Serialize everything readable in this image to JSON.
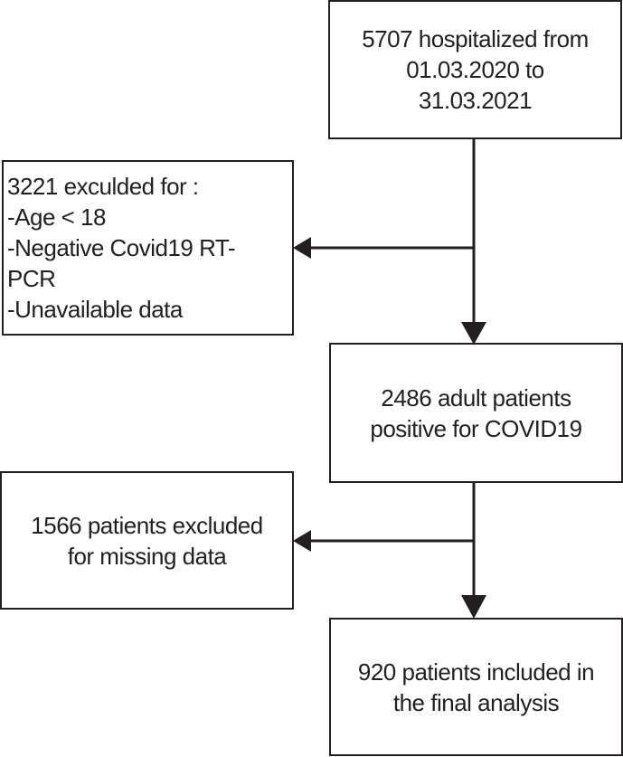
{
  "flowchart": {
    "nodes": [
      {
        "id": "hospitalized",
        "text": "5707 hospitalized from\n01.03.2020 to\n31.03.2021"
      },
      {
        "id": "excluded_first",
        "text": "3221 exculded for :\n-Age < 18\n-Negative Covid19 RT-\nPCR\n-Unavailable data",
        "header": "3221 exculded for :",
        "reasons": [
          "-Age < 18",
          "-Negative Covid19 RT-PCR",
          "-Unavailable data"
        ]
      },
      {
        "id": "adult_positive",
        "text": "2486 adult patients\npositive for COVID19"
      },
      {
        "id": "excluded_missing",
        "text": "1566 patients excluded\nfor missing data"
      },
      {
        "id": "final_analysis",
        "text": "920 patients included in\nthe final analysis"
      }
    ],
    "edges": [
      {
        "from": "hospitalized",
        "to": "adult_positive"
      },
      {
        "from": "hospitalized",
        "to": "excluded_first"
      },
      {
        "from": "adult_positive",
        "to": "final_analysis"
      },
      {
        "from": "adult_positive",
        "to": "excluded_missing"
      }
    ],
    "colors": {
      "stroke": "#231f20",
      "background": "#ffffff",
      "text": "#231f20"
    }
  }
}
